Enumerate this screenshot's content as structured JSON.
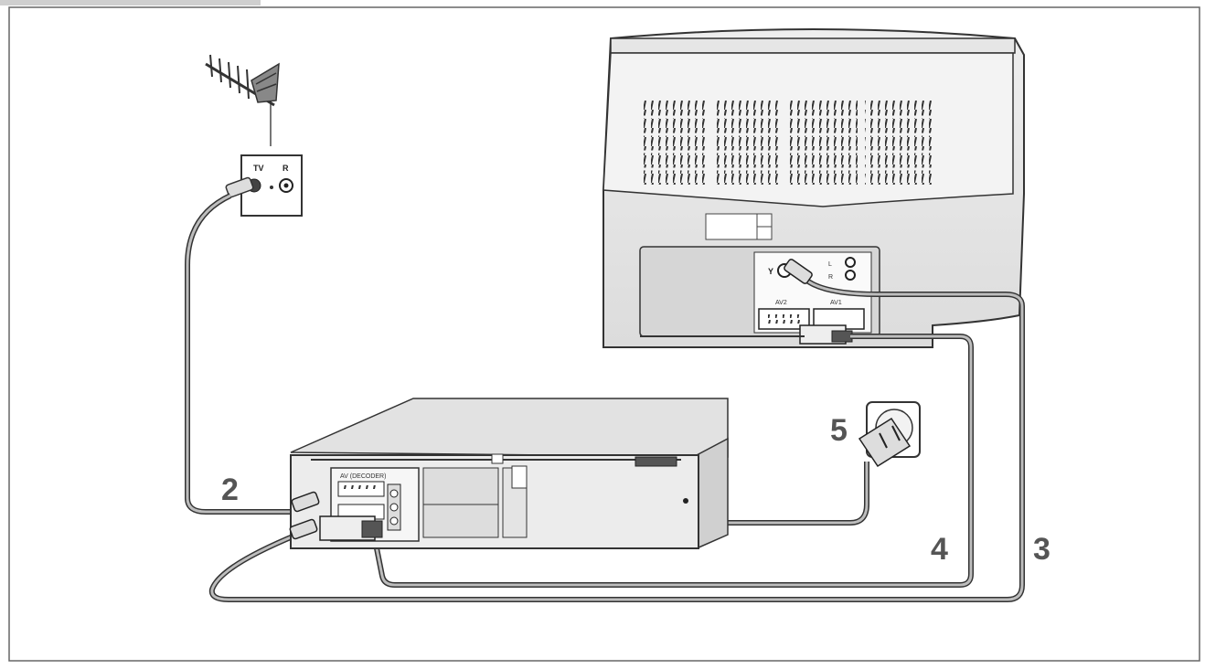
{
  "callouts": {
    "antenna_cable": "2",
    "tv_rf_cable": "3",
    "scart_cable": "4",
    "mains": "5"
  },
  "wall_socket": {
    "tv_label": "TV",
    "radio_label": "R"
  },
  "tv_panel": {
    "left_label": "L",
    "right_label": "R",
    "scart_2_label": "AV2",
    "scart_1_label": "AV1"
  },
  "vcr_panel": {
    "scart_label": "AV (DECODER)"
  }
}
